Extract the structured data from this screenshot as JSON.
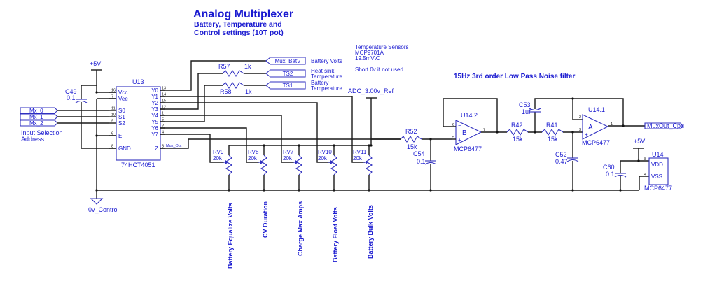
{
  "title": {
    "main": "Analog Multiplexer",
    "line1": "Battery, Temperature and",
    "line2": "Control settings (10T pot)"
  },
  "notes": {
    "temp_line1": "Temperature Sensors",
    "temp_line2": "MCP9701A",
    "temp_line3": "19.5mV\\C",
    "temp_line4": "Short 0v if not used",
    "filter_title": "15Hz 3rd order Low Pass Noise filter",
    "input_sel_1": "Input Selection",
    "input_sel_2": "Address"
  },
  "power": {
    "vcc_left": "+5V",
    "vcc_right": "+5V",
    "ground": "0v_Control",
    "adc_ref": "ADC_3.00v_Ref"
  },
  "u13": {
    "ref": "U13",
    "part": "74HCT4051",
    "left_pins": [
      {
        "num": "16",
        "name": "Vcc"
      },
      {
        "num": "7",
        "name": "Vee"
      },
      {
        "num": "11",
        "name": "S0"
      },
      {
        "num": "10",
        "name": "S1"
      },
      {
        "num": "9",
        "name": "S2"
      },
      {
        "num": "6",
        "name": "E"
      },
      {
        "num": "8",
        "name": "GND"
      }
    ],
    "right_pins": [
      {
        "num": "13",
        "name": "Y0"
      },
      {
        "num": "14",
        "name": "Y1"
      },
      {
        "num": "15",
        "name": "Y2"
      },
      {
        "num": "12",
        "name": "Y3"
      },
      {
        "num": "1",
        "name": "Y4"
      },
      {
        "num": "5",
        "name": "Y5"
      },
      {
        "num": "2",
        "name": "Y6"
      },
      {
        "num": "4",
        "name": "Y7"
      },
      {
        "num": "3",
        "name": "Z"
      }
    ],
    "z_net": "Mux_Out"
  },
  "inputs": [
    "Mx_0",
    "Mx_1",
    "Mx_2"
  ],
  "ports": [
    {
      "name": "Mux_BatV",
      "desc1": "Battery Volts",
      "desc2": ""
    },
    {
      "name": "TS2",
      "desc1": "Heat sink",
      "desc2": "Temperature"
    },
    {
      "name": "TS1",
      "desc1": "Battery",
      "desc2": "Temperature"
    }
  ],
  "resistors": {
    "r57": {
      "ref": "R57",
      "value": "1k"
    },
    "r58": {
      "ref": "R58",
      "value": "1k"
    },
    "r52": {
      "ref": "R52",
      "value": "15k"
    },
    "r42": {
      "ref": "R42",
      "value": "15k"
    },
    "r41": {
      "ref": "R41",
      "value": "15k"
    }
  },
  "capacitors": {
    "c49": {
      "ref": "C49",
      "value": "0.1"
    },
    "c54": {
      "ref": "C54",
      "value": "0.1"
    },
    "c53": {
      "ref": "C53",
      "value": "1uf"
    },
    "c52": {
      "ref": "C52",
      "value": "0.47"
    },
    "c60": {
      "ref": "C60",
      "value": "0.1"
    }
  },
  "pots": [
    {
      "ref": "RV9",
      "value": "20k",
      "label": "Battery Equalize Volts"
    },
    {
      "ref": "RV8",
      "value": "20k",
      "label": "CV Duration"
    },
    {
      "ref": "RV7",
      "value": "20k",
      "label": "Charge Max Amps"
    },
    {
      "ref": "RV10",
      "value": "20k",
      "label": "Battery Float Volts"
    },
    {
      "ref": "RV11",
      "value": "20k",
      "label": "Battery Bulk Volts"
    }
  ],
  "opamps": {
    "u14_2": {
      "ref": "U14.2",
      "unit": "B",
      "part": "MCP6477",
      "pin_minus": "6",
      "pin_plus": "5",
      "pin_out": "7"
    },
    "u14_1": {
      "ref": "U14.1",
      "unit": "A",
      "part": "MCP6477",
      "pin_minus": "2",
      "pin_plus": "3",
      "pin_out": "1"
    },
    "u14": {
      "ref": "U14",
      "part": "MCP6477",
      "vdd": "VDD",
      "vss": "VSS",
      "pin_vdd": "8",
      "pin_vss": "4"
    }
  },
  "output": {
    "name": "MuxOut_Cpu"
  }
}
